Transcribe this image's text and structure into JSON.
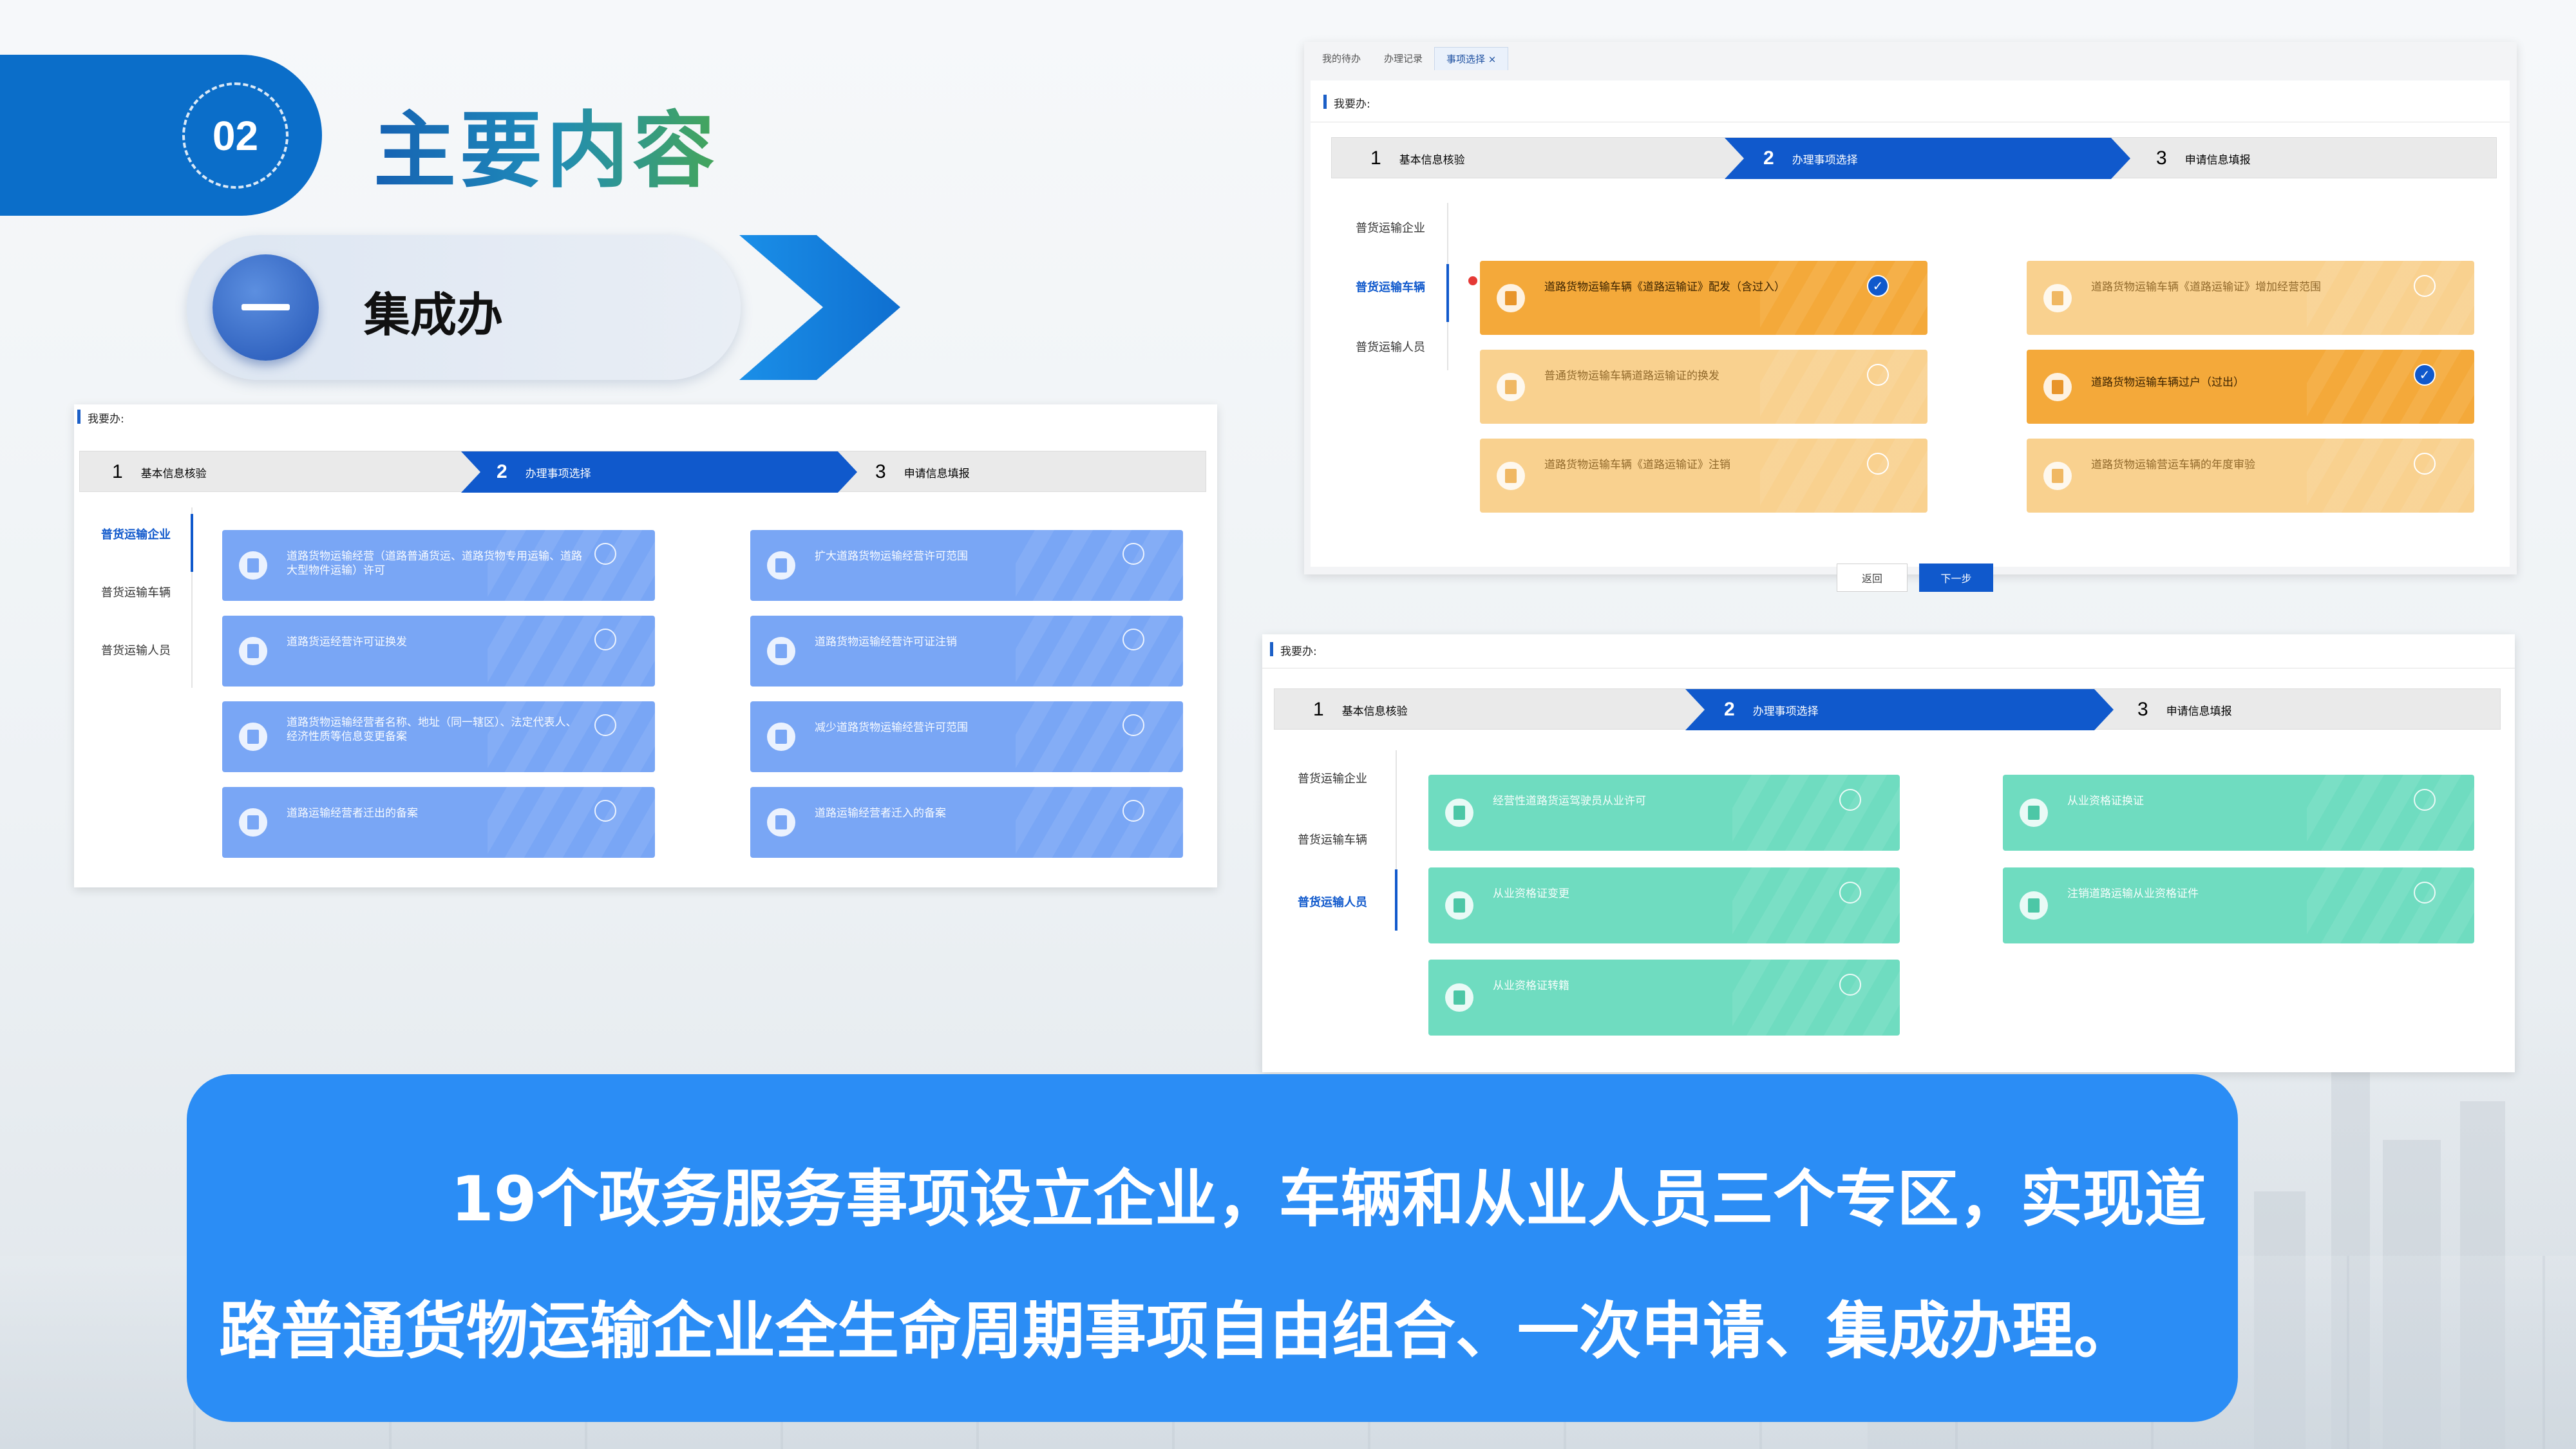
{
  "header": {
    "number": "02",
    "title": "主要内容"
  },
  "section": {
    "index_symbol": "—",
    "label": "集成办"
  },
  "panel_enterprise": {
    "title": "我要办:",
    "steps": [
      {
        "num": "1",
        "label": "基本信息核验"
      },
      {
        "num": "2",
        "label": "办理事项选择"
      },
      {
        "num": "3",
        "label": "申请信息填报"
      }
    ],
    "sidebar": [
      "普货运输企业",
      "普货运输车辆",
      "普货运输人员"
    ],
    "selected_category": "普货运输企业",
    "cards": [
      {
        "text": "道路货物运输经营（道路普通货运、道路货物专用运输、道路大型物件运输）许可",
        "selected": false
      },
      {
        "text": "扩大道路货物运输经营许可范围",
        "selected": false
      },
      {
        "text": "道路货运经营许可证换发",
        "selected": false
      },
      {
        "text": "道路货物运输经营许可证注销",
        "selected": false
      },
      {
        "text": "道路货物运输经营者名称、地址（同一辖区）、法定代表人、经济性质等信息变更备案",
        "selected": false
      },
      {
        "text": "减少道路货物运输经营许可范围",
        "selected": false
      },
      {
        "text": "道路运输经营者迁出的备案",
        "selected": false
      },
      {
        "text": "道路运输经营者迁入的备案",
        "selected": false
      }
    ]
  },
  "panel_vehicle": {
    "tabs": [
      "我的待办",
      "办理记录",
      "事项选择 ×"
    ],
    "active_tab": "事项选择 ×",
    "title": "我要办:",
    "steps": [
      {
        "num": "1",
        "label": "基本信息核验"
      },
      {
        "num": "2",
        "label": "办理事项选择"
      },
      {
        "num": "3",
        "label": "申请信息填报"
      }
    ],
    "sidebar": [
      "普货运输企业",
      "普货运输车辆",
      "普货运输人员"
    ],
    "selected_category": "普货运输车辆",
    "cards": [
      {
        "text": "道路货物运输车辆《道路运输证》配发（含过入）",
        "selected": true
      },
      {
        "text": "道路货物运输车辆《道路运输证》增加经营范围",
        "selected": false
      },
      {
        "text": "普通货物运输车辆道路运输证的换发",
        "selected": false
      },
      {
        "text": "道路货物运输车辆过户（过出）",
        "selected": true
      },
      {
        "text": "道路货物运输车辆《道路运输证》注销",
        "selected": false
      },
      {
        "text": "道路货物运输营运车辆的年度审验",
        "selected": false
      }
    ],
    "back_label": "返回",
    "next_label": "下一步"
  },
  "panel_person": {
    "title": "我要办:",
    "steps": [
      {
        "num": "1",
        "label": "基本信息核验"
      },
      {
        "num": "2",
        "label": "办理事项选择"
      },
      {
        "num": "3",
        "label": "申请信息填报"
      }
    ],
    "sidebar": [
      "普货运输企业",
      "普货运输车辆",
      "普货运输人员"
    ],
    "selected_category": "普货运输人员",
    "cards": [
      {
        "text": "经营性道路货运驾驶员从业许可",
        "selected": false
      },
      {
        "text": "从业资格证换证",
        "selected": false
      },
      {
        "text": "从业资格证变更",
        "selected": false
      },
      {
        "text": "注销道路运输从业资格证件",
        "selected": false
      },
      {
        "text": "从业资格证转籍",
        "selected": false
      }
    ]
  },
  "summary": {
    "text": "19个政务服务事项设立企业，车辆和从业人员三个专区，实现道路普通货物运输企业全生命周期事项自由组合、一次申请、集成办理。"
  },
  "colors": {
    "primary_blue": "#0b6ec9",
    "step_active": "#1059cc",
    "banner": "#2b8df5",
    "card_blue": "#79a6f5",
    "card_orange": "#f4a93a",
    "card_orange_light": "#f9d18f",
    "card_green": "#6fdcc0"
  }
}
